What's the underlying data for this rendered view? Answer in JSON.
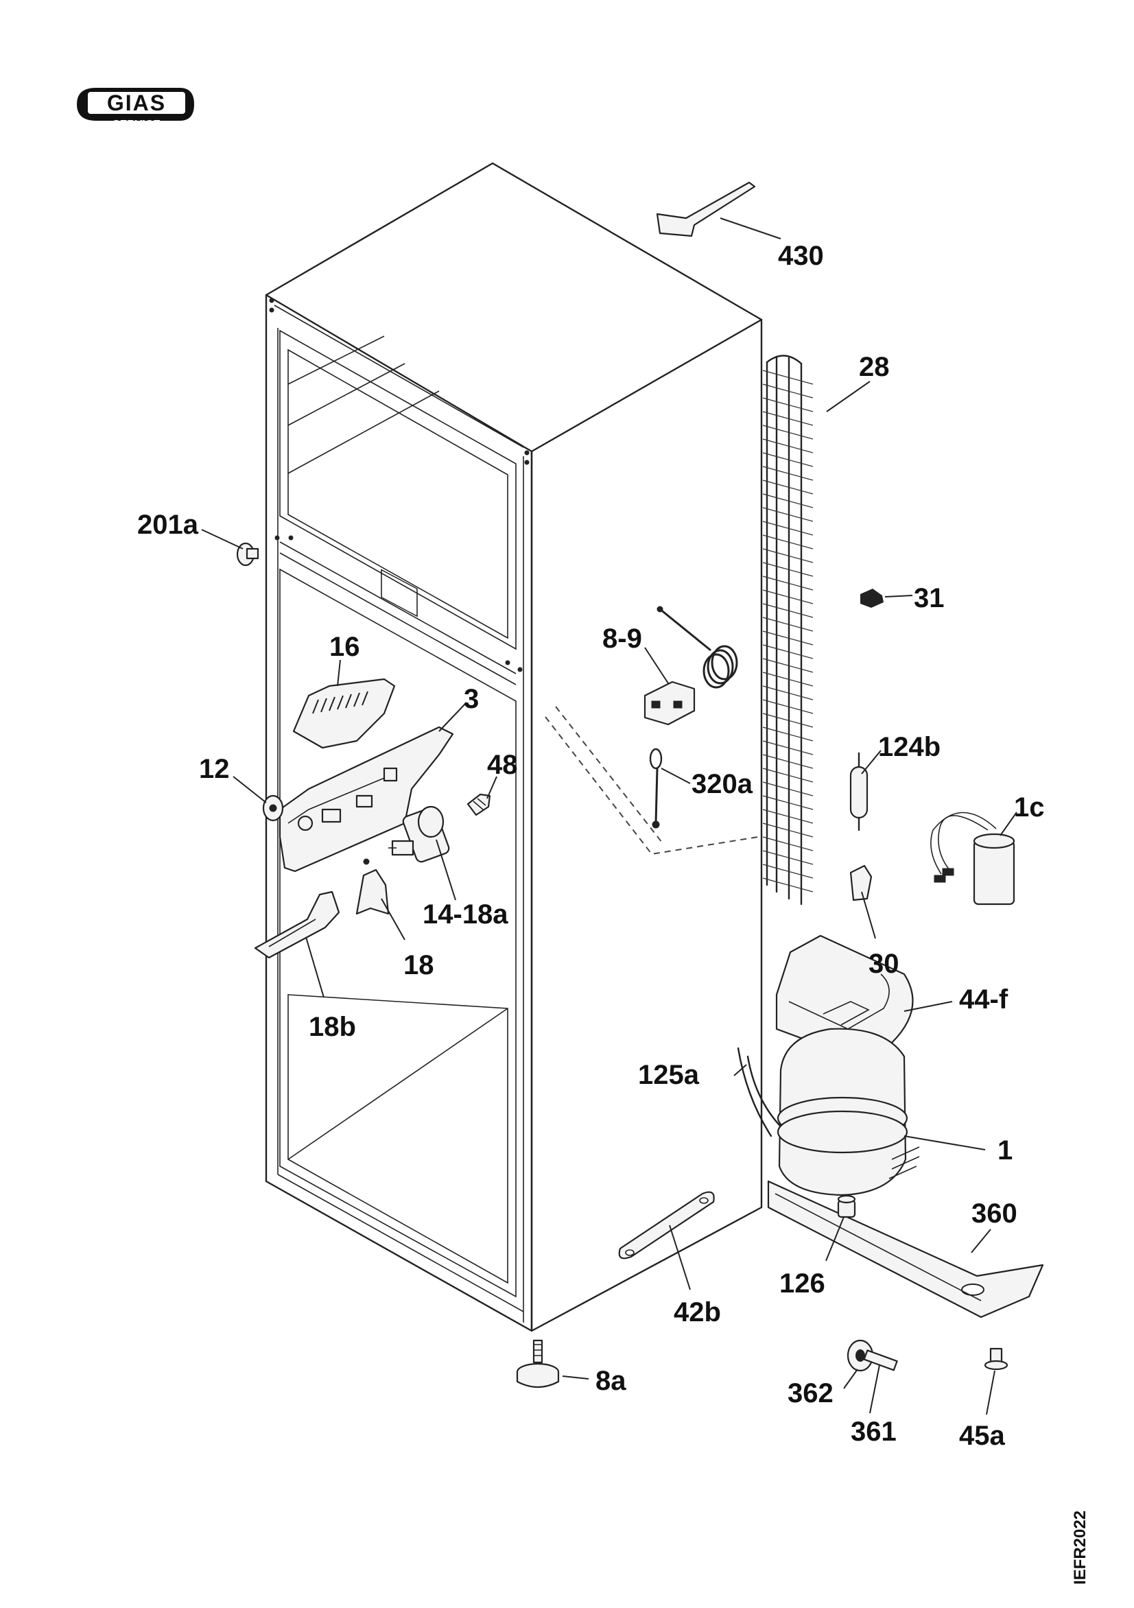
{
  "logo": {
    "brand": "GIAS",
    "sub": "SERVICE"
  },
  "sheet_code": "IEFR2022",
  "part_labels": {
    "p430": "430",
    "p28": "28",
    "p201a": "201a",
    "p31": "31",
    "p16": "16",
    "p8_9": "8-9",
    "p3": "3",
    "p12": "12",
    "p48": "48",
    "p320a": "320a",
    "p124b": "124b",
    "p1c": "1c",
    "p14_18a": "14-18a",
    "p18": "18",
    "p30": "30",
    "p44f": "44-f",
    "p18b": "18b",
    "p125a": "125a",
    "p1": "1",
    "p360": "360",
    "p126": "126",
    "p42b": "42b",
    "p8a": "8a",
    "p362": "362",
    "p361": "361",
    "p45a": "45a"
  }
}
